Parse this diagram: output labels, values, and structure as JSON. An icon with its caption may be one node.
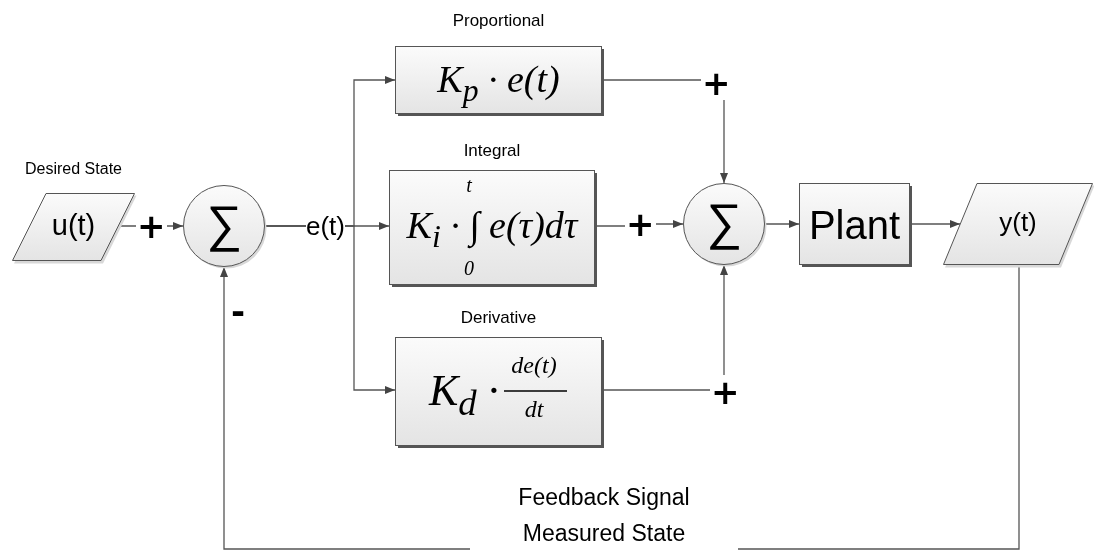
{
  "diagram": {
    "nodes": [
      {
        "text": [
          "Desired State",
          "u(t)"
        ]
      },
      {
        "text": [
          "∑"
        ]
      },
      {
        "text": [
          "Proportional",
          "K$_{p}$ · e(t)"
        ]
      },
      {
        "text": [
          "Integral",
          "t",
          "K$_{i}$ · ∫ e(τ)dτ",
          "0"
        ]
      },
      {
        "text": [
          "Derivative",
          "K$_{d}$ ·",
          "de(t)",
          "dt"
        ]
      },
      {
        "text": [
          "∑"
        ]
      },
      {
        "text": [
          "Plant"
        ]
      },
      {
        "text": [
          "y(t)"
        ]
      }
    ],
    "edges": [
      {
        "from": 0,
        "to": 1,
        "arrow": "to"
      },
      {
        "from": 1,
        "to": 2,
        "arrow": "to"
      },
      {
        "from": 1,
        "to": 3,
        "arrow": "to"
      },
      {
        "from": 1,
        "to": 4,
        "arrow": "to"
      },
      {
        "from": 2,
        "to": 5,
        "arrow": "to"
      },
      {
        "from": 3,
        "to": 5,
        "arrow": "to"
      },
      {
        "from": 4,
        "to": 5,
        "arrow": "to"
      },
      {
        "from": 5,
        "to": 6,
        "arrow": "to"
      },
      {
        "from": 6,
        "to": 7,
        "arrow": "to"
      },
      {
        "from": 7,
        "to": 1,
        "arrow": "to",
        "label": "Feedback Signal Measured State"
      }
    ],
    "labels": [
      "+",
      "+",
      "e(t)",
      "+",
      "-",
      "+"
    ]
  }
}
